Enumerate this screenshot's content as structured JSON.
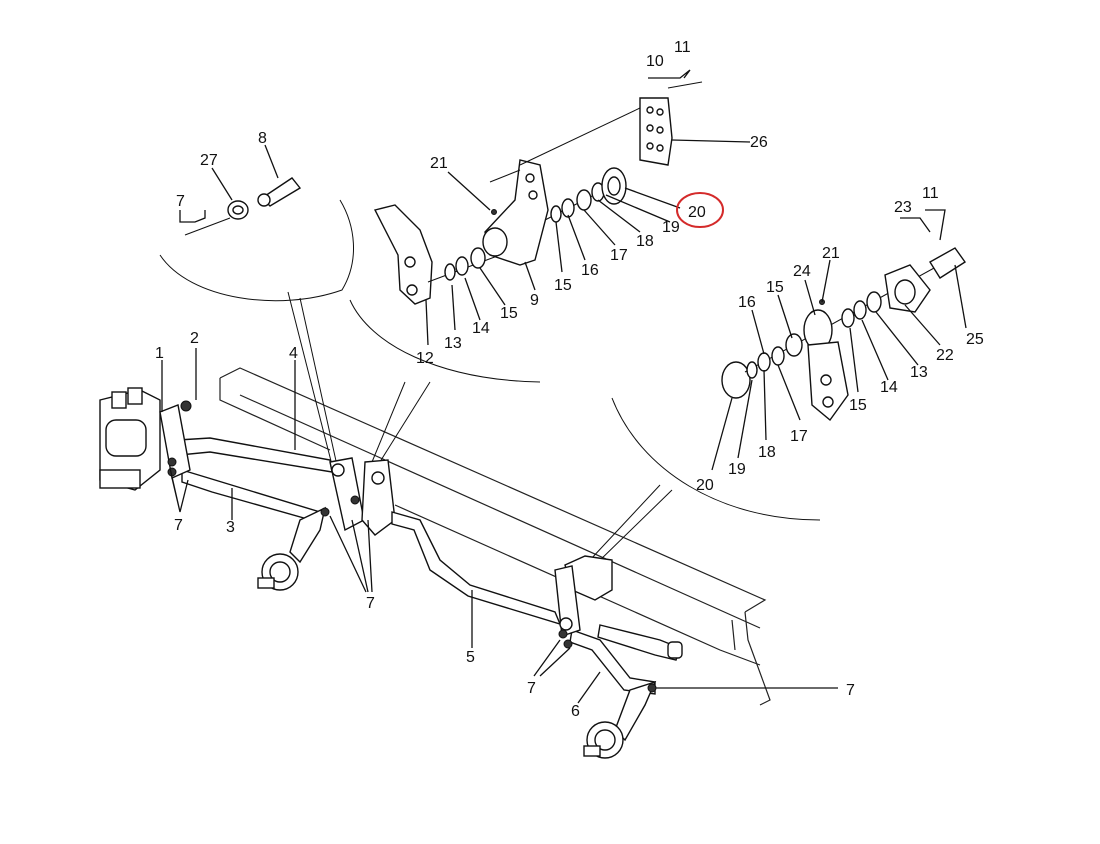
{
  "diagram": {
    "highlight_color": "#d42a2a",
    "callouts": [
      {
        "id": "c1",
        "text": "1"
      },
      {
        "id": "c2",
        "text": "2"
      },
      {
        "id": "c3",
        "text": "3"
      },
      {
        "id": "c4",
        "text": "4"
      },
      {
        "id": "c5",
        "text": "5"
      },
      {
        "id": "c6",
        "text": "6"
      },
      {
        "id": "c7a",
        "text": "7"
      },
      {
        "id": "c7b",
        "text": "7"
      },
      {
        "id": "c7c",
        "text": "7"
      },
      {
        "id": "c7d",
        "text": "7"
      },
      {
        "id": "c7e",
        "text": "7"
      },
      {
        "id": "c8",
        "text": "8"
      },
      {
        "id": "c9",
        "text": "9"
      },
      {
        "id": "c10",
        "text": "10"
      },
      {
        "id": "c11a",
        "text": "11"
      },
      {
        "id": "c11b",
        "text": "11"
      },
      {
        "id": "c12",
        "text": "12"
      },
      {
        "id": "c13a",
        "text": "13"
      },
      {
        "id": "c13b",
        "text": "13"
      },
      {
        "id": "c14a",
        "text": "14"
      },
      {
        "id": "c14b",
        "text": "14"
      },
      {
        "id": "c15a",
        "text": "15"
      },
      {
        "id": "c15b",
        "text": "15"
      },
      {
        "id": "c15c",
        "text": "15"
      },
      {
        "id": "c15d",
        "text": "15"
      },
      {
        "id": "c16a",
        "text": "16"
      },
      {
        "id": "c16b",
        "text": "16"
      },
      {
        "id": "c17a",
        "text": "17"
      },
      {
        "id": "c17b",
        "text": "17"
      },
      {
        "id": "c18a",
        "text": "18"
      },
      {
        "id": "c18b",
        "text": "18"
      },
      {
        "id": "c19a",
        "text": "19"
      },
      {
        "id": "c19b",
        "text": "19"
      },
      {
        "id": "c20a",
        "text": "20"
      },
      {
        "id": "c20b",
        "text": "20"
      },
      {
        "id": "c21a",
        "text": "21"
      },
      {
        "id": "c21b",
        "text": "21"
      },
      {
        "id": "c22",
        "text": "22"
      },
      {
        "id": "c23",
        "text": "23"
      },
      {
        "id": "c24",
        "text": "24"
      },
      {
        "id": "c25",
        "text": "25"
      },
      {
        "id": "c26",
        "text": "26"
      },
      {
        "id": "c27",
        "text": "27"
      }
    ]
  }
}
